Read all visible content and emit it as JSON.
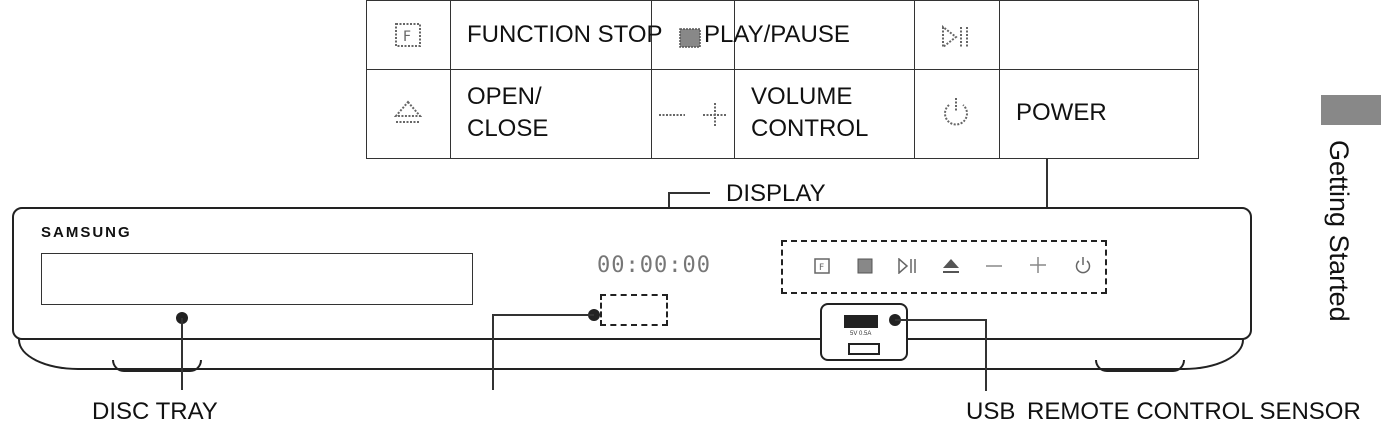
{
  "legend": {
    "row1": {
      "function_label": "FUNCTION STOP",
      "play_label": "PLAY/PAUSE",
      "blank": ""
    },
    "row2": {
      "open_label_1": "OPEN/",
      "open_label_2": "CLOSE",
      "volume_label_1": "VOLUME",
      "volume_label_2": "CONTROL",
      "power_label": "POWER"
    }
  },
  "device": {
    "brand": "SAMSUNG",
    "display_digits": "00:00:00",
    "usb_port_text": "5V 0.5A"
  },
  "callouts": {
    "display": "DISPLAY",
    "disc_tray": "DISC TRAY",
    "usb": "USB",
    "remote_sensor": "REMOTE CONTROL SENSOR"
  },
  "side_tab": {
    "label": "Getting Started"
  },
  "icons": [
    "function-icon",
    "stop-icon",
    "play-pause-icon",
    "eject-icon",
    "volume-icon",
    "power-icon"
  ]
}
